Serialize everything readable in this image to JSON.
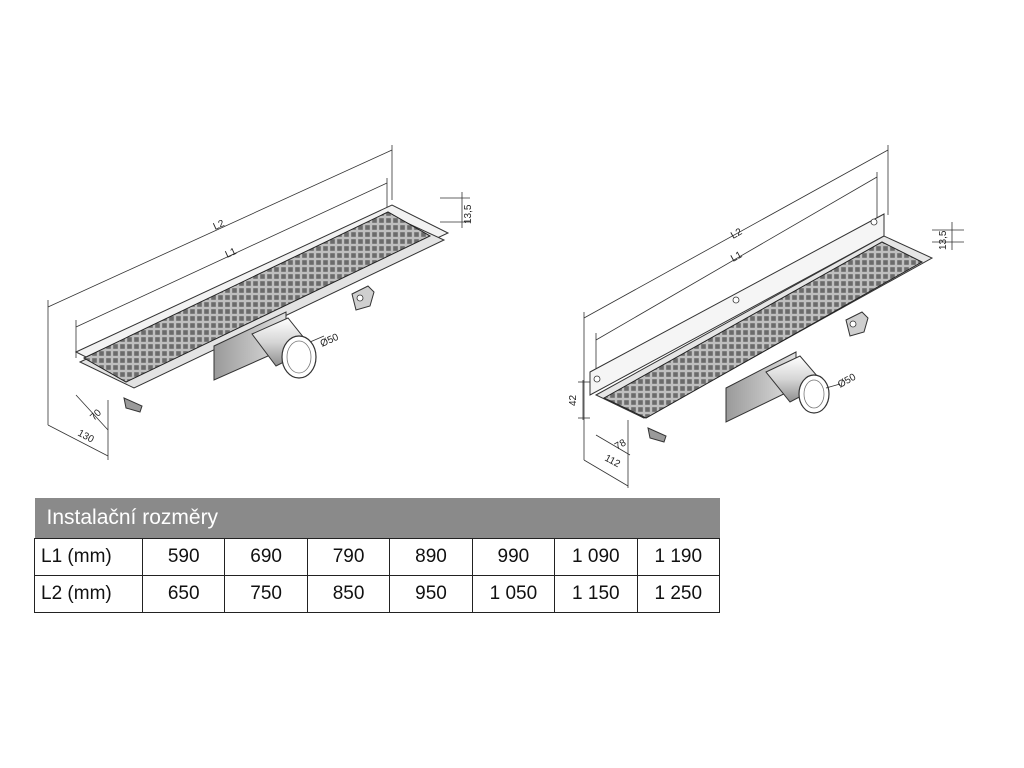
{
  "left_drawing": {
    "labels": {
      "l2": "L2",
      "l1": "L1",
      "d135": "13,5",
      "d50": "Ø50",
      "d70": "70",
      "d130": "130"
    }
  },
  "right_drawing": {
    "labels": {
      "l2": "L2",
      "l1": "L1",
      "d135": "13,5",
      "d50": "Ø50",
      "d42": "42",
      "d78": "78",
      "d112": "112"
    }
  },
  "table": {
    "title": "Instalační rozměry",
    "rows": [
      {
        "label": "L1 (mm)",
        "values": [
          "590",
          "690",
          "790",
          "890",
          "990",
          "1 090",
          "1 190"
        ]
      },
      {
        "label": "L2 (mm)",
        "values": [
          "650",
          "750",
          "850",
          "950",
          "1 050",
          "1 150",
          "1 250"
        ]
      }
    ]
  }
}
